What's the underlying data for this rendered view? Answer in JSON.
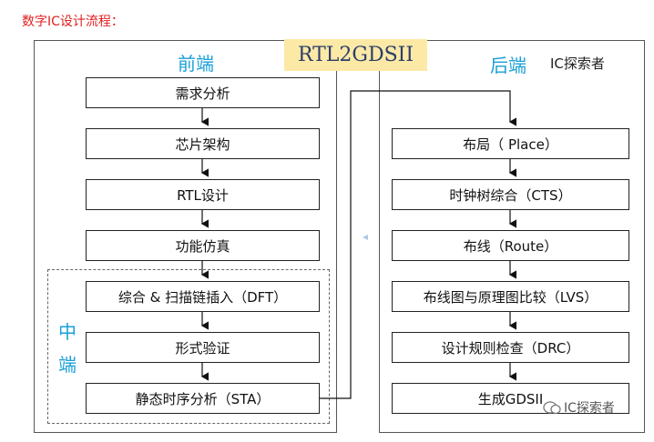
{
  "title": "数字IC设计流程：",
  "banner": "RTL2GDSII",
  "frontend": {
    "heading": "前端",
    "steps": [
      "需求分析",
      "芯片架构",
      "RTL设计",
      "功能仿真",
      "综合 & 扫描链插入（DFT）",
      "形式验证",
      "静态时序分析（STA）"
    ]
  },
  "midend": {
    "label_top": "中",
    "label_bottom": "端"
  },
  "backend": {
    "heading": "后端",
    "author": "IC探索者",
    "steps": [
      "布局（ Place）",
      "时钟树综合（CTS）",
      "布线（Route）",
      "布线图与原理图比较（LVS）",
      "设计规则检查（DRC）",
      "生成GDSII"
    ]
  },
  "watermark": "IC探索者",
  "colors": {
    "title": "#e02020",
    "section": "#1aa0d8",
    "banner_bg": "#fce9a6",
    "banner_text": "#2c3e6b"
  }
}
